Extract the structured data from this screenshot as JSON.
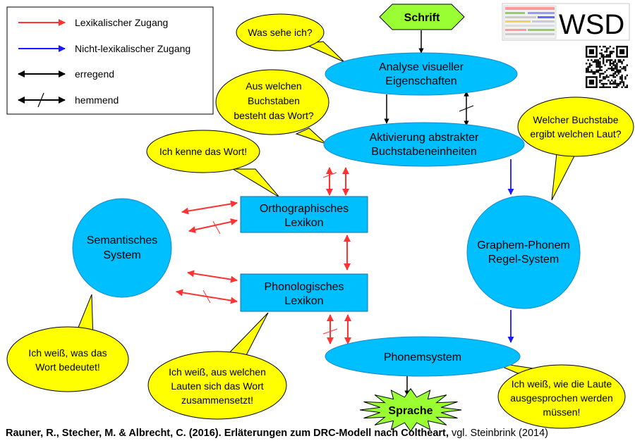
{
  "legend": {
    "lexical": "Lexikalischer Zugang",
    "nonlexical": "Nicht-lexikalischer Zugang",
    "excitatory": "erregend",
    "inhibitory": "hemmend"
  },
  "logo": {
    "text": "WSD"
  },
  "nodes": {
    "schrift": "Schrift",
    "analyse": [
      "Analyse visueller",
      "Eigenschaften"
    ],
    "aktivierung": [
      "Aktivierung abstrakter",
      "Buchstabeneinheiten"
    ],
    "ortho": [
      "Orthographisches",
      "Lexikon"
    ],
    "phono": [
      "Phonologisches",
      "Lexikon"
    ],
    "semantic": [
      "Semantisches",
      "System"
    ],
    "gpc": [
      "Graphem-Phonem",
      "Regel-System"
    ],
    "phonem": "Phonemsystem",
    "sprache": "Sprache"
  },
  "bubbles": {
    "was_sehe": [
      "Was sehe ich?"
    ],
    "aus_welchen": [
      "Aus welchen",
      "Buchstaben",
      "besteht das Wort?"
    ],
    "ich_kenne": [
      "Ich kenne das Wort!"
    ],
    "welcher": [
      "Welcher Buchstabe",
      "ergibt welchen Laut?"
    ],
    "ich_weiss_bedeutet": [
      "Ich weiß, was das",
      "Wort bedeutet!"
    ],
    "ich_weiss_lauten": [
      "Ich weiß, aus welchen",
      "Lauten sich das Wort",
      "zusammensetzt!"
    ],
    "ich_weiss_wie": [
      "Ich weiß, wie die Laute",
      "ausgesprochen werden",
      "müssen!"
    ]
  },
  "citation": {
    "bold": "Rauner, R., Stecher, M. & Albrecht, C. (2016). Erläterungen zum DRC-Modell nach Coltheart,",
    "normal": " vgl. Steinbrink (2014)"
  },
  "colors": {
    "node_fill": "#00bfff",
    "bubble_fill": "#ffff00",
    "start_fill": "#99ff33",
    "lexical_arrow": "#ff3333",
    "nonlexical_arrow": "#1a1aff",
    "neutral_arrow": "#000000"
  }
}
